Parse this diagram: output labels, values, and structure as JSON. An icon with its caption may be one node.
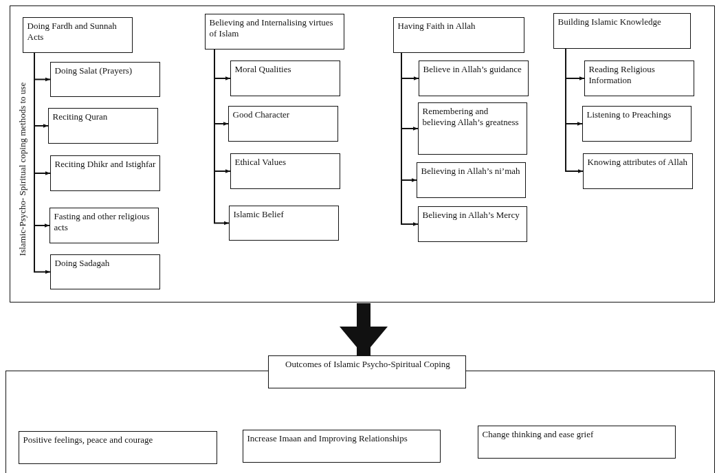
{
  "diagram": {
    "nodes": [
      {
        "text": [],
        "shape": "box"
      },
      {
        "text": [
          "Doing Fardh and Sunnah Acts"
        ],
        "in": 0
      },
      {
        "text": [
          "Doing Salat (Prayers)"
        ],
        "in": 0
      },
      {
        "text": [
          "Reciting Quran"
        ],
        "in": 0
      },
      {
        "text": [
          "Reciting Dhikr and Istighfar"
        ],
        "in": 0
      },
      {
        "text": [
          "Fasting and other religious acts"
        ],
        "in": 0
      },
      {
        "text": [
          "Doing Sadagah"
        ],
        "in": 0
      },
      {
        "text": [
          "Believing and Internalising virtues of Islam"
        ],
        "in": 0
      },
      {
        "text": [
          "Moral Qualities"
        ],
        "in": 0
      },
      {
        "text": [
          "Good Character"
        ],
        "in": 0
      },
      {
        "text": [
          "Ethical Values"
        ],
        "in": 0
      },
      {
        "text": [
          "Islamic Belief"
        ],
        "in": 0
      },
      {
        "text": [
          "Having Faith in Allah"
        ],
        "in": 0
      },
      {
        "text": [
          "Believe in Allah’s guidance"
        ],
        "in": 0
      },
      {
        "text": [
          "Remembering and believing Allah’s greatness"
        ],
        "in": 0
      },
      {
        "text": [
          "Believing in Allah’s ni’mah"
        ],
        "in": 0
      },
      {
        "text": [
          "Believing in Allah’s Mercy"
        ],
        "in": 0
      },
      {
        "text": [
          "Building Islamic Knowledge"
        ],
        "in": 0
      },
      {
        "text": [
          "Reading Religious Information"
        ],
        "in": 0
      },
      {
        "text": [
          "Listening to Preachings"
        ],
        "in": 0
      },
      {
        "text": [
          "Knowing attributes of Allah"
        ],
        "in": 0
      },
      {
        "text": [],
        "shape": "box"
      },
      {
        "text": [
          "Outcomes of Islamic Psycho-Spiritual Coping"
        ]
      },
      {
        "text": [
          "Positive feelings, peace and courage"
        ],
        "in": 21
      },
      {
        "text": [
          "Increase  Imaan and Improving Relationships"
        ],
        "in": 21
      },
      {
        "text": [
          "Change thinking and ease grief"
        ],
        "in": 21
      }
    ],
    "edges": [
      {
        "from": 1,
        "to": 2,
        "arrow": "to"
      },
      {
        "from": 1,
        "to": 3,
        "arrow": "to"
      },
      {
        "from": 1,
        "to": 4,
        "arrow": "to"
      },
      {
        "from": 1,
        "to": 5,
        "arrow": "to"
      },
      {
        "from": 1,
        "to": 6,
        "arrow": "to"
      },
      {
        "from": 7,
        "to": 8,
        "arrow": "to"
      },
      {
        "from": 7,
        "to": 9,
        "arrow": "to"
      },
      {
        "from": 7,
        "to": 10,
        "arrow": "to"
      },
      {
        "from": 7,
        "to": 11,
        "arrow": "to"
      },
      {
        "from": 12,
        "to": 13,
        "arrow": "to"
      },
      {
        "from": 12,
        "to": 14,
        "arrow": "to"
      },
      {
        "from": 12,
        "to": 15,
        "arrow": "to"
      },
      {
        "from": 12,
        "to": 16,
        "arrow": "to"
      },
      {
        "from": 17,
        "to": 18,
        "arrow": "to"
      },
      {
        "from": 17,
        "to": 19,
        "arrow": "to"
      },
      {
        "from": 17,
        "to": 20,
        "arrow": "to"
      },
      {
        "from": 0,
        "to": 22,
        "arrow": "to",
        "style": "thick"
      }
    ],
    "labels": [
      "Islamic-Psycho- Spiritual coping methods to use"
    ]
  }
}
